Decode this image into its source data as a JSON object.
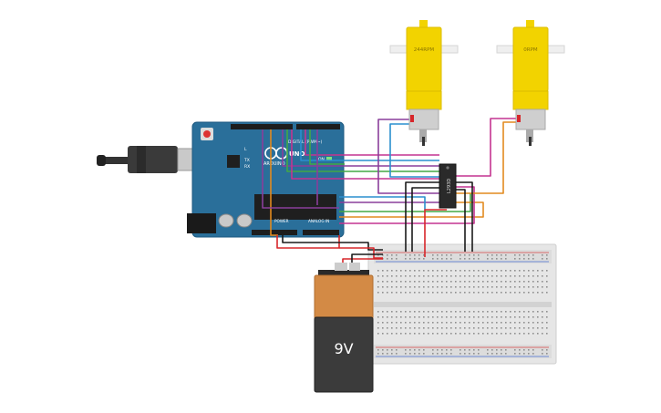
{
  "motors": [
    {
      "rpm_label": "244RPM"
    },
    {
      "rpm_label": "0RPM"
    }
  ],
  "arduino": {
    "logo": "ARDUINO",
    "digital_label": "DIGITAL (PWM~)",
    "power_label": "POWER",
    "analog_label": "ANALOG IN",
    "l_label": "L",
    "tx_label": "TX",
    "rx_label": "RX",
    "on_label": "ON"
  },
  "chip": {
    "label": "L293D"
  },
  "battery": {
    "label": "9V"
  },
  "colors": {
    "board": "#2a6f9a",
    "motor_yellow": "#f2d300",
    "battery_top": "#d38a45",
    "battery_body": "#3b3b3b",
    "wire_red": "#d7262a",
    "wire_black": "#1a1a1a",
    "wire_purple": "#8a3f9b",
    "wire_green": "#43a845",
    "wire_orange": "#e28a1f",
    "wire_magenta": "#c43490",
    "wire_blue": "#2a8fcf"
  }
}
